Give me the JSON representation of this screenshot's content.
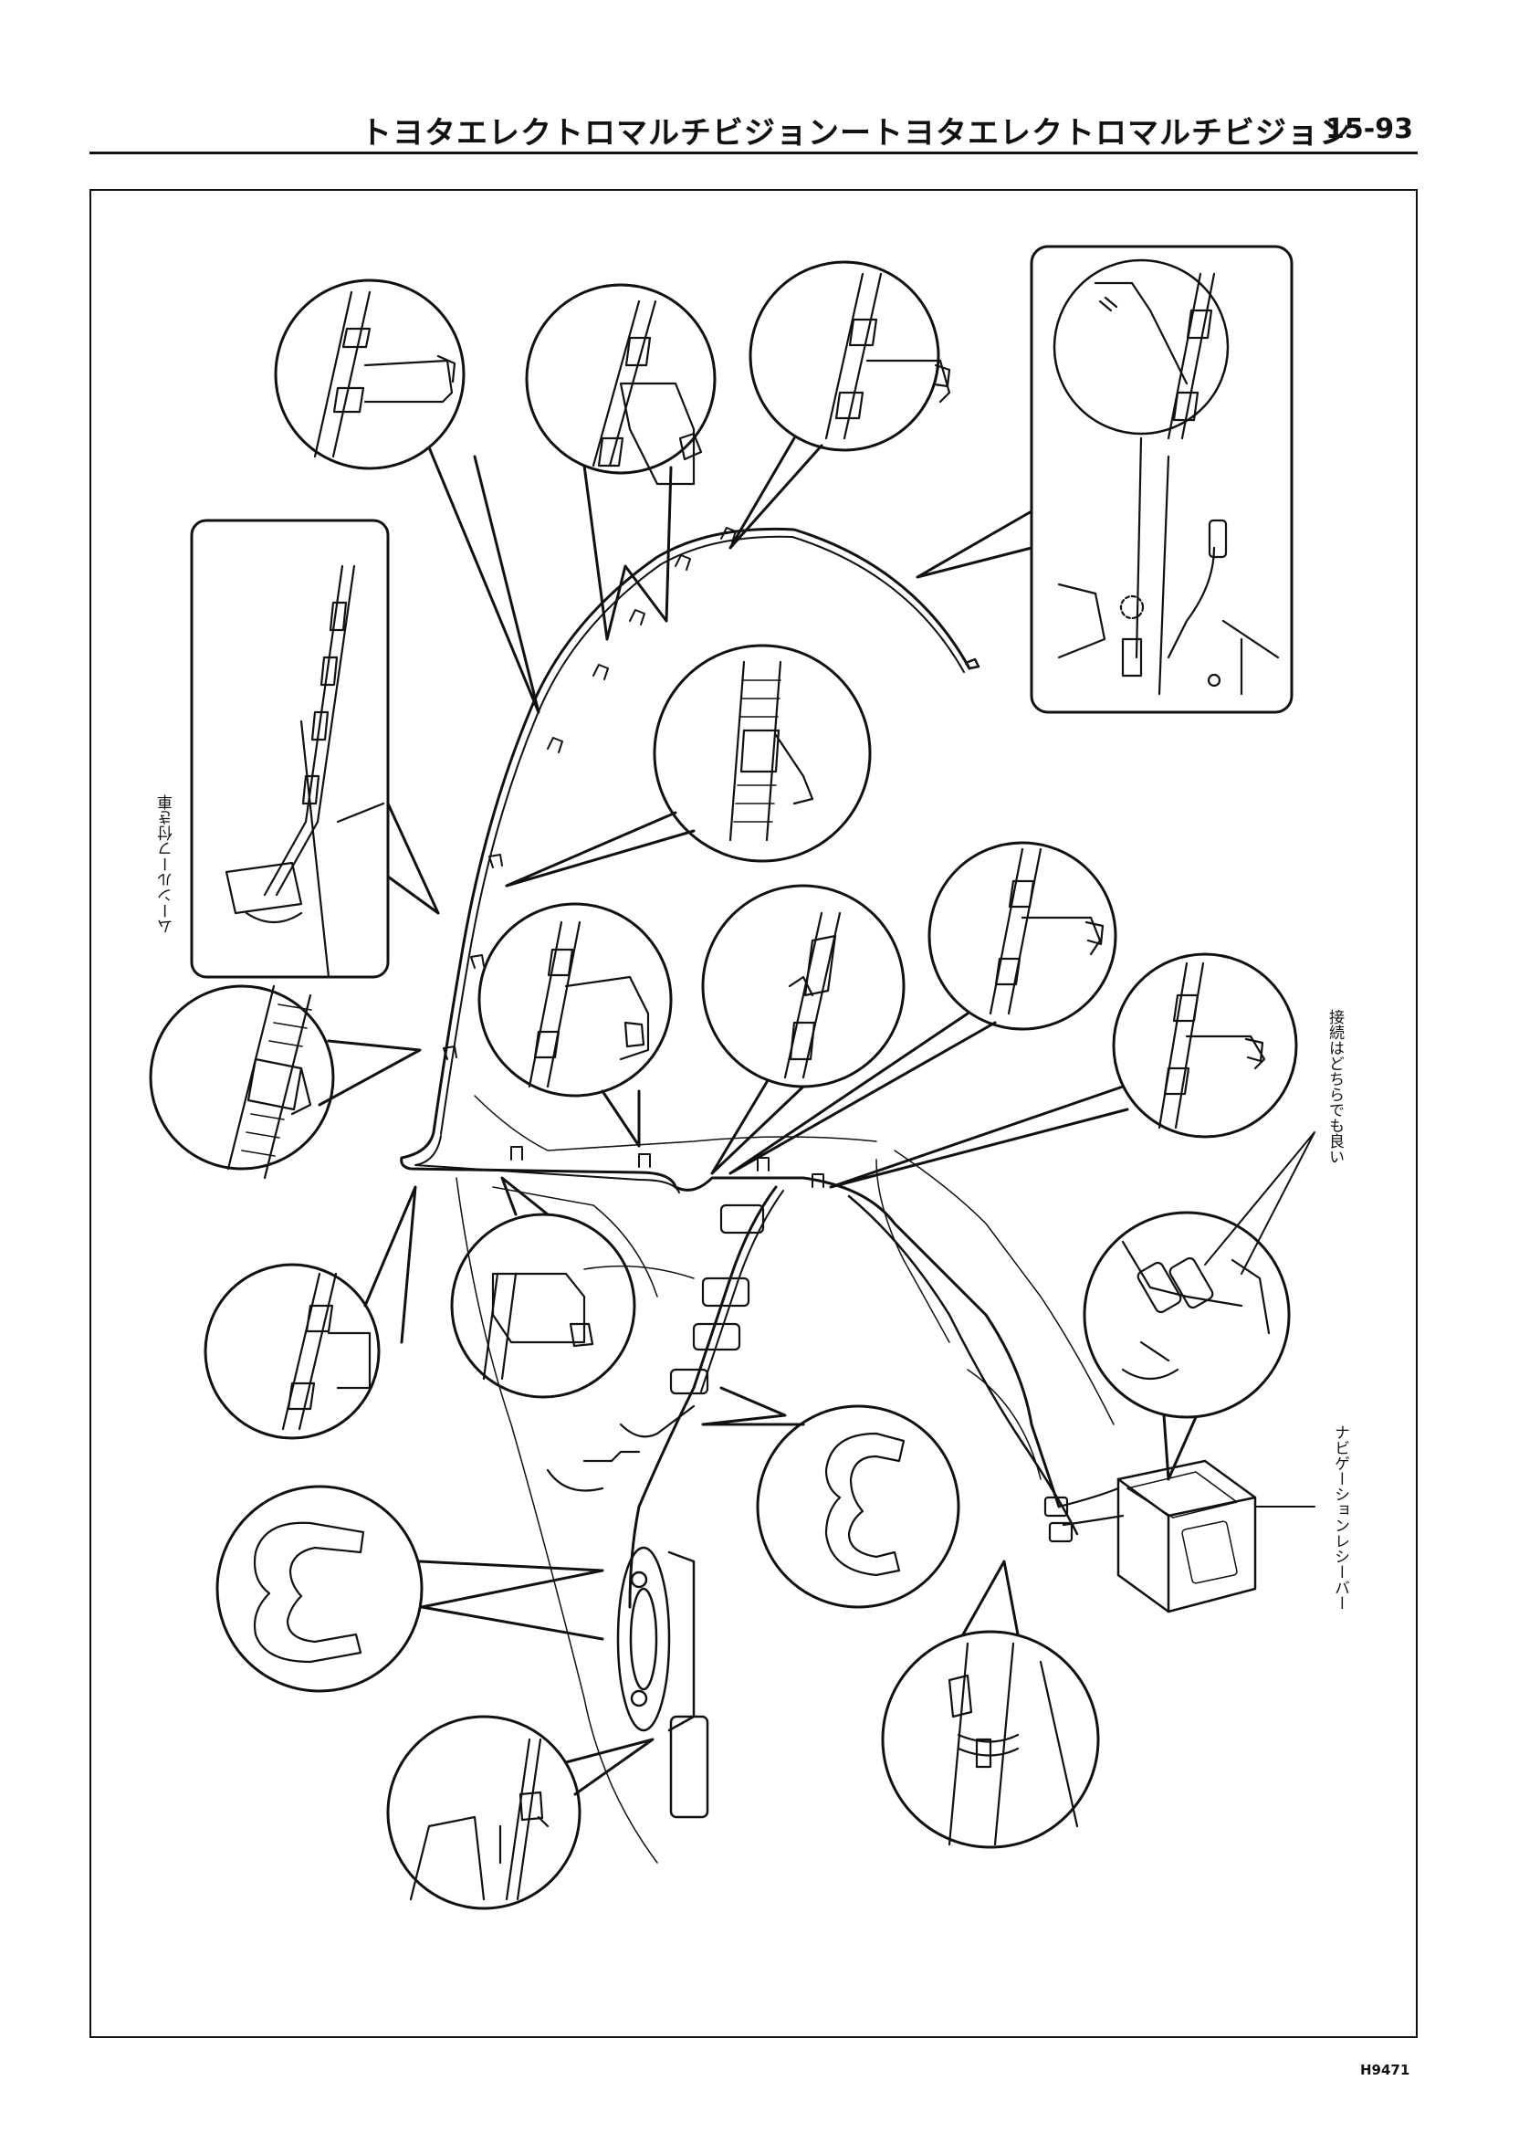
{
  "header": {
    "title": "トヨタエレクトロマルチビジョンートヨタエレクトロマルチビジョン",
    "page_number": "15-93"
  },
  "labels": {
    "moonroof_vehicle": "ムーンルーフ付き車",
    "either_connection_ok": "接続はどちらでも良い",
    "navigation_receiver": "ナビゲーションレシーバー"
  },
  "figure_id": "H9471"
}
